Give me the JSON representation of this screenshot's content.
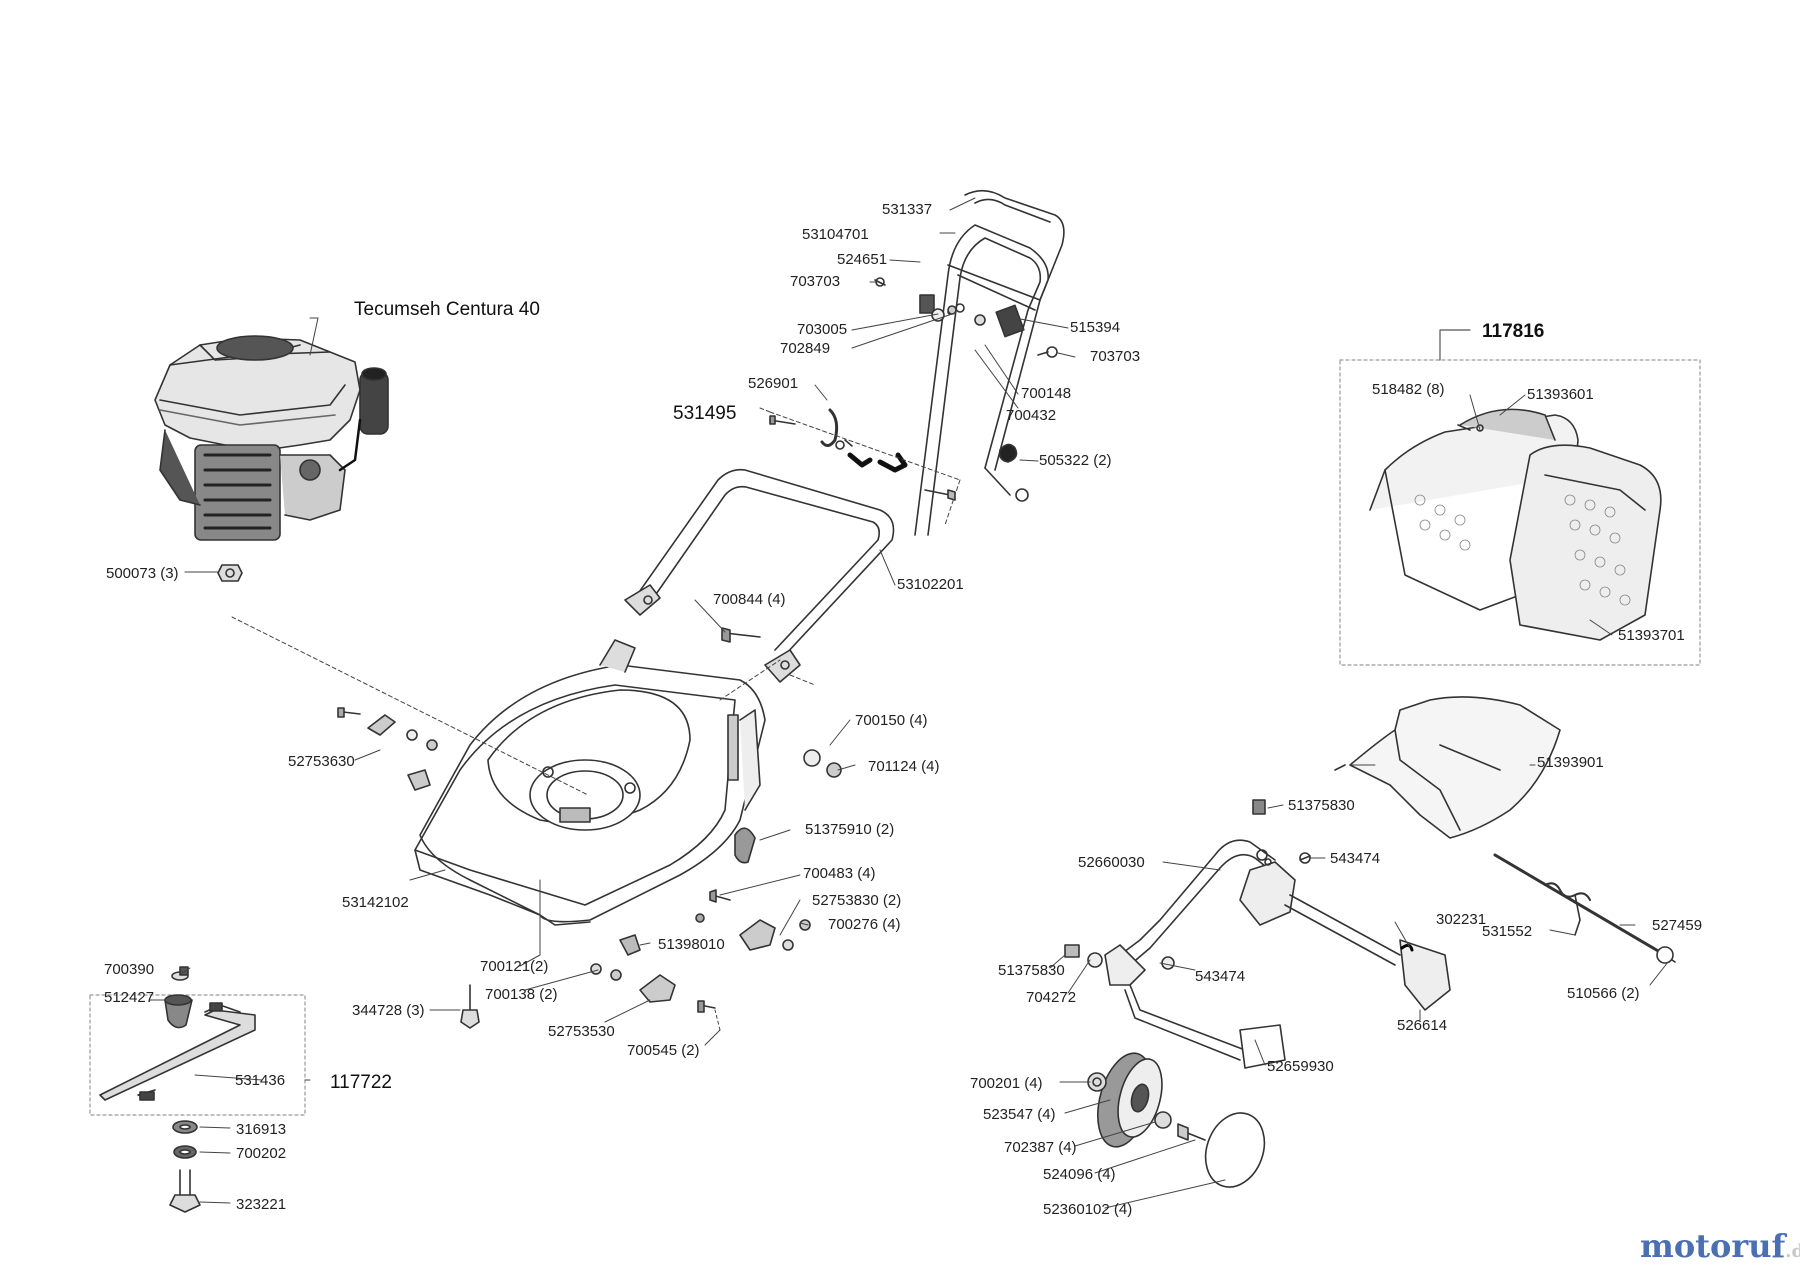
{
  "engine_label": "Tecumseh  Centura 40",
  "kit_labels": {
    "grass_bag": "117816",
    "blade_kit": "117722",
    "handle_kit": "531495"
  },
  "parts": [
    {
      "id": "p531337",
      "text": "531337"
    },
    {
      "id": "p53104701",
      "text": "53104701"
    },
    {
      "id": "p524651",
      "text": "524651"
    },
    {
      "id": "p703703a",
      "text": "703703"
    },
    {
      "id": "p703005",
      "text": "703005"
    },
    {
      "id": "p702849",
      "text": "702849"
    },
    {
      "id": "p515394",
      "text": "515394"
    },
    {
      "id": "p703703b",
      "text": "703703"
    },
    {
      "id": "p526901",
      "text": "526901"
    },
    {
      "id": "p700148",
      "text": "700148"
    },
    {
      "id": "p700432",
      "text": "700432"
    },
    {
      "id": "p505322",
      "text": "505322 (2)"
    },
    {
      "id": "p500073",
      "text": "500073 (3)"
    },
    {
      "id": "p53102201",
      "text": "53102201"
    },
    {
      "id": "p700844",
      "text": "700844 (4)"
    },
    {
      "id": "p518482",
      "text": "518482 (8)"
    },
    {
      "id": "p51393601",
      "text": "51393601"
    },
    {
      "id": "p51393701",
      "text": "51393701"
    },
    {
      "id": "p700150",
      "text": "700150 (4)"
    },
    {
      "id": "p701124",
      "text": "701124 (4)"
    },
    {
      "id": "p52753630",
      "text": "52753630"
    },
    {
      "id": "p51393901",
      "text": "51393901"
    },
    {
      "id": "p51375910",
      "text": "51375910 (2)"
    },
    {
      "id": "p51375830a",
      "text": "51375830"
    },
    {
      "id": "p700483",
      "text": "700483 (4)"
    },
    {
      "id": "p52660030",
      "text": "52660030"
    },
    {
      "id": "p543474a",
      "text": "543474"
    },
    {
      "id": "p53142102",
      "text": "53142102"
    },
    {
      "id": "p52753830",
      "text": "52753830 (2)"
    },
    {
      "id": "p700276",
      "text": "700276 (4)"
    },
    {
      "id": "p302231",
      "text": "302231"
    },
    {
      "id": "p531552",
      "text": "531552"
    },
    {
      "id": "p527459",
      "text": "527459"
    },
    {
      "id": "p51398010",
      "text": "51398010"
    },
    {
      "id": "p700121",
      "text": "700121(2)"
    },
    {
      "id": "p700138",
      "text": "700138 (2)"
    },
    {
      "id": "p51375830b",
      "text": "51375830"
    },
    {
      "id": "p543474b",
      "text": "543474"
    },
    {
      "id": "p704272",
      "text": "704272"
    },
    {
      "id": "p510566",
      "text": "510566 (2)"
    },
    {
      "id": "p700390",
      "text": "700390"
    },
    {
      "id": "p512427",
      "text": "512427"
    },
    {
      "id": "p344728",
      "text": "344728 (3)"
    },
    {
      "id": "p52753530",
      "text": "52753530"
    },
    {
      "id": "p526614",
      "text": "526614"
    },
    {
      "id": "p700545",
      "text": "700545 (2)"
    },
    {
      "id": "p531436",
      "text": "531436"
    },
    {
      "id": "p52659930",
      "text": "52659930"
    },
    {
      "id": "p700201",
      "text": "700201 (4)"
    },
    {
      "id": "p523547",
      "text": "523547 (4)"
    },
    {
      "id": "p316913",
      "text": "316913"
    },
    {
      "id": "p700202",
      "text": "700202"
    },
    {
      "id": "p702387",
      "text": "702387 (4)"
    },
    {
      "id": "p524096",
      "text": "524096 (4)"
    },
    {
      "id": "p323221",
      "text": "323221"
    },
    {
      "id": "p52360102",
      "text": "52360102 (4)"
    }
  ],
  "watermark": {
    "main": "motoruf",
    "suffix": ".de"
  }
}
